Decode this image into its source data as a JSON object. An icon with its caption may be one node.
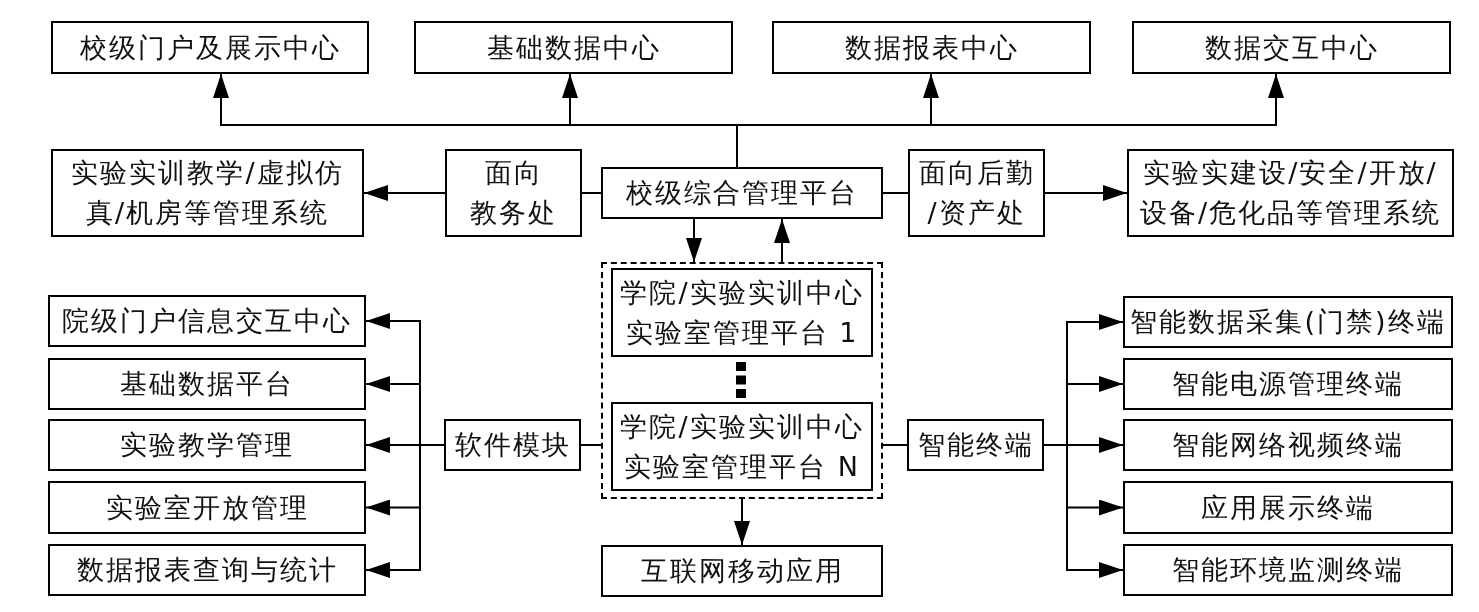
{
  "diagram": {
    "nodes": [
      {
        "text": [
          "校级门户及展示中心"
        ]
      },
      {
        "text": [
          "基础数据中心"
        ]
      },
      {
        "text": [
          "数据报表中心"
        ]
      },
      {
        "text": [
          "数据交互中心"
        ]
      },
      {
        "text": [
          "实验实训教学/虚拟仿真/机房等管理系统"
        ]
      },
      {
        "text": [
          "面向教务处"
        ]
      },
      {
        "text": [
          "校级综合管理平台"
        ]
      },
      {
        "text": [
          "面向后勤/资产处"
        ]
      },
      {
        "text": [
          "实验实建设/安全/开放/设备/危化品等管理系统"
        ]
      },
      {
        "text": [],
        "shape": "box"
      },
      {
        "text": [
          "学院/实验实训中心实验室管理平台 1"
        ],
        "in": 9
      },
      {
        "text": [
          "学院/实验实训中心实验室管理平台 N"
        ],
        "in": 9
      },
      {
        "text": [
          "院级门户信息交互中心"
        ]
      },
      {
        "text": [
          "基础数据平台"
        ]
      },
      {
        "text": [
          "实验教学管理"
        ]
      },
      {
        "text": [
          "实验室开放管理"
        ]
      },
      {
        "text": [
          "数据报表查询与统计"
        ]
      },
      {
        "text": [
          "软件模块"
        ]
      },
      {
        "text": [
          "智能终端"
        ]
      },
      {
        "text": [
          "智能数据采集(门禁)终端"
        ]
      },
      {
        "text": [
          "智能电源管理终端"
        ]
      },
      {
        "text": [
          "智能网络视频终端"
        ]
      },
      {
        "text": [
          "应用展示终端"
        ]
      },
      {
        "text": [
          "智能环境监测终端"
        ]
      },
      {
        "text": [
          "互联网移动应用"
        ]
      }
    ],
    "edges": [
      {
        "from": 6,
        "to": 0,
        "arrow": "to"
      },
      {
        "from": 6,
        "to": 1,
        "arrow": "to"
      },
      {
        "from": 6,
        "to": 2,
        "arrow": "to"
      },
      {
        "from": 6,
        "to": 3,
        "arrow": "to"
      },
      {
        "from": 6,
        "to": 5,
        "arrow": "none"
      },
      {
        "from": 5,
        "to": 4,
        "arrow": "to"
      },
      {
        "from": 6,
        "to": 7,
        "arrow": "none"
      },
      {
        "from": 7,
        "to": 8,
        "arrow": "to"
      },
      {
        "from": 6,
        "to": 9,
        "arrow": "to"
      },
      {
        "from": 9,
        "to": 6,
        "arrow": "to"
      },
      {
        "from": 9,
        "to": 24,
        "arrow": "to"
      },
      {
        "from": 9,
        "to": 17,
        "arrow": "none"
      },
      {
        "from": 17,
        "to": 12,
        "arrow": "to"
      },
      {
        "from": 17,
        "to": 13,
        "arrow": "to"
      },
      {
        "from": 17,
        "to": 14,
        "arrow": "to"
      },
      {
        "from": 17,
        "to": 15,
        "arrow": "to"
      },
      {
        "from": 17,
        "to": 16,
        "arrow": "to"
      },
      {
        "from": 9,
        "to": 18,
        "arrow": "none"
      },
      {
        "from": 18,
        "to": 19,
        "arrow": "to"
      },
      {
        "from": 18,
        "to": 20,
        "arrow": "to"
      },
      {
        "from": 18,
        "to": 21,
        "arrow": "to"
      },
      {
        "from": 18,
        "to": 22,
        "arrow": "to"
      },
      {
        "from": 18,
        "to": 23,
        "arrow": "to"
      }
    ]
  }
}
